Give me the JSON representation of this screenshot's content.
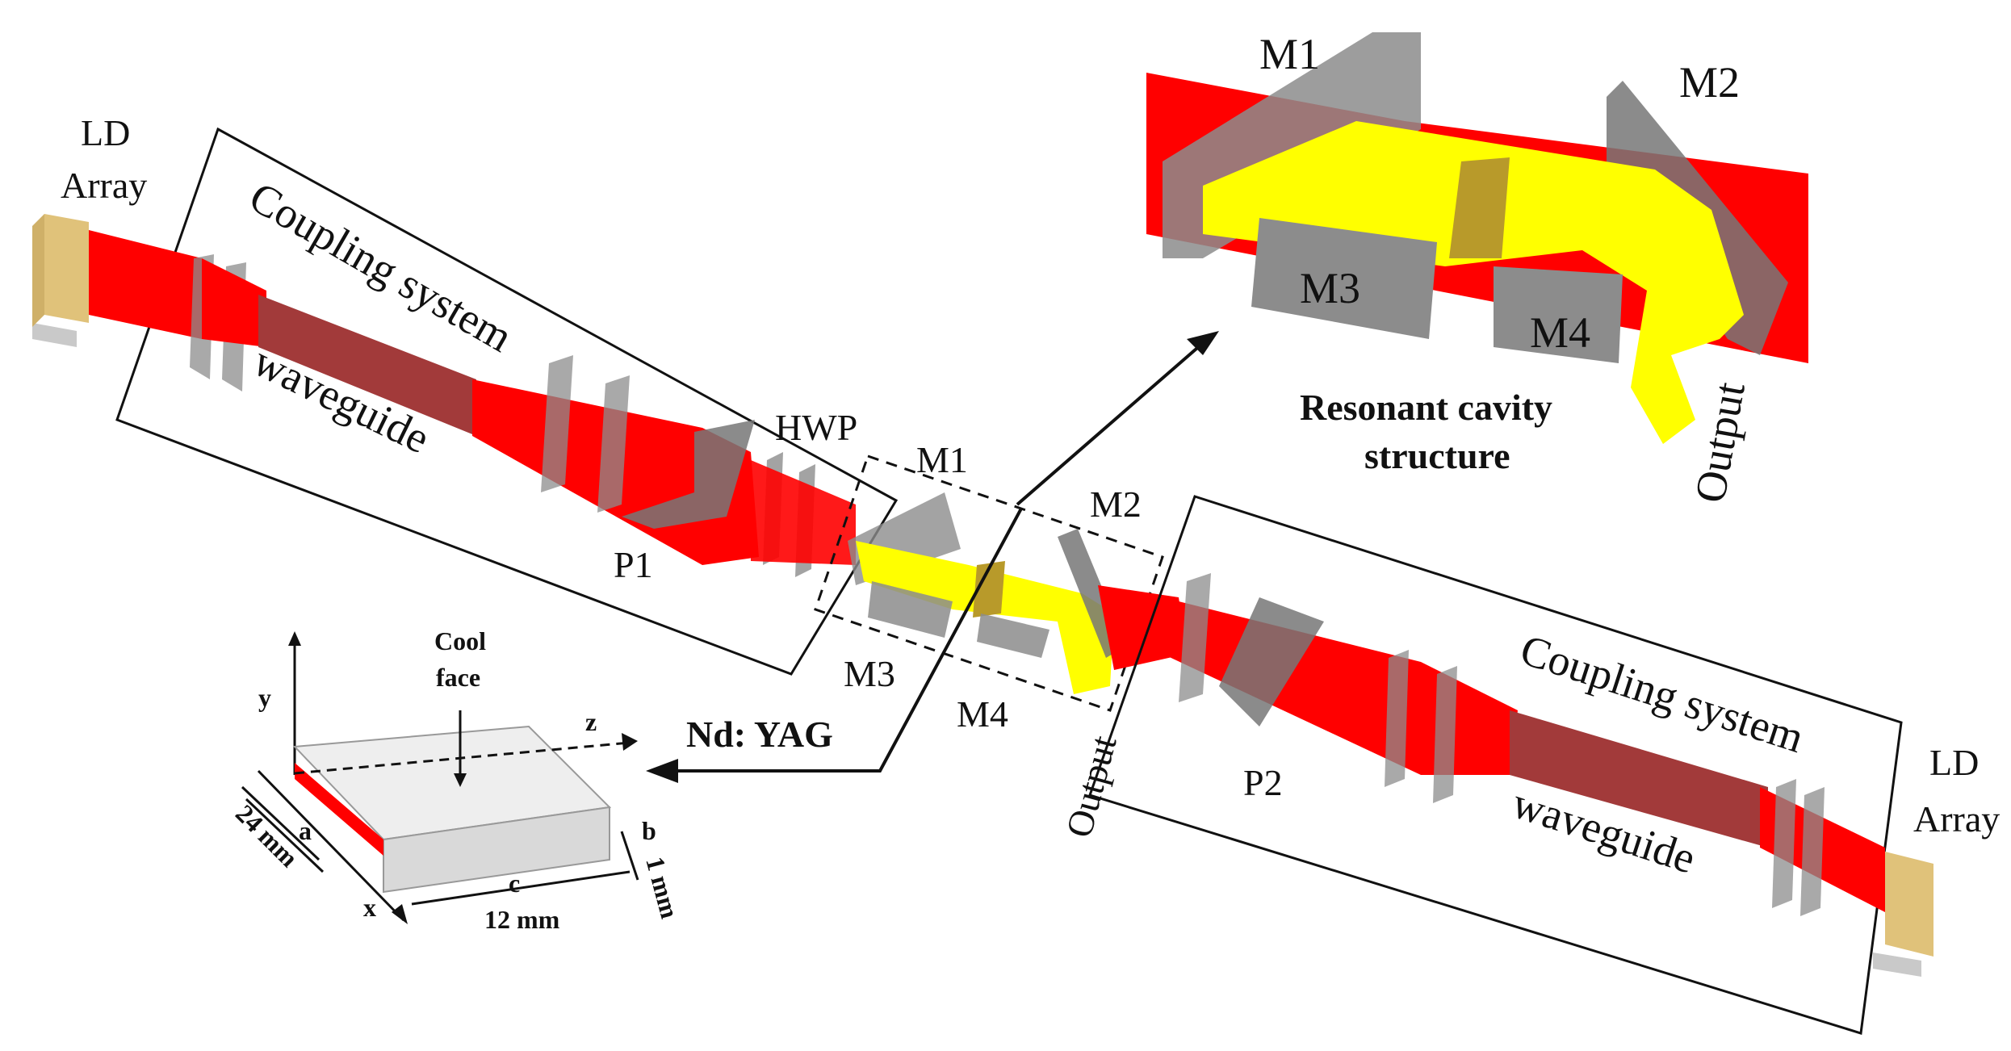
{
  "labels": {
    "ld_array_left": [
      "LD",
      "Array"
    ],
    "ld_array_right": [
      "LD",
      "Array"
    ],
    "coupling_left": "Coupling system",
    "coupling_right": "Coupling system",
    "waveguide_left": "waveguide",
    "waveguide_right": "waveguide",
    "hwp": "HWP",
    "p1": "P1",
    "p2": "P2",
    "m1": "M1",
    "m2": "M2",
    "m3": "M3",
    "m4": "M4",
    "output_main": "Output",
    "nd_yag": "Nd: YAG",
    "inset_m1": "M1",
    "inset_m2": "M2",
    "inset_m3": "M3",
    "inset_m4": "M4",
    "inset_output": "Output",
    "resonant_cavity": [
      "Resonant cavity",
      "structure"
    ],
    "crystal": {
      "cool_face": [
        "Cool",
        "face"
      ],
      "axis_x": "x",
      "axis_y": "y",
      "axis_z": "z",
      "dim_a": "a",
      "dim_b": "b",
      "dim_c": "c",
      "len_a": "24 mm",
      "len_b": "1 mm",
      "len_c": "12 mm"
    }
  },
  "colors": {
    "pump_beam": "#ff0000",
    "laser_beam": "#ffff00",
    "waveguide": "#a23a3a",
    "optic_gray": "#8c8c8c",
    "ld_array": "#e0c27a",
    "crystal": "#e6e6e6"
  }
}
